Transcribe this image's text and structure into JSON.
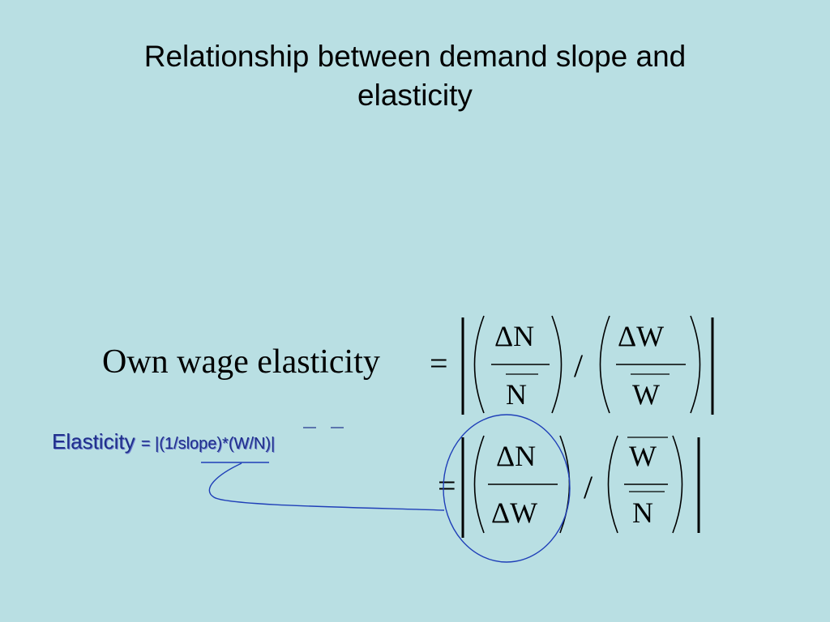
{
  "slide": {
    "title_line1": "Relationship between demand slope and",
    "title_line2": "elasticity"
  },
  "equation": {
    "label": "Own wage elasticity",
    "equals": "=",
    "divide": "/",
    "delta_n": "ΔN",
    "delta_w": "ΔW",
    "n": "N",
    "w": "W"
  },
  "note": {
    "label": "Elasticity",
    "formula": "= |(1/slope)*(W/N)|"
  },
  "colors": {
    "background": "#b9dfe3",
    "annotation": "#1f3fb8",
    "note_text": "#1f2f8a"
  }
}
